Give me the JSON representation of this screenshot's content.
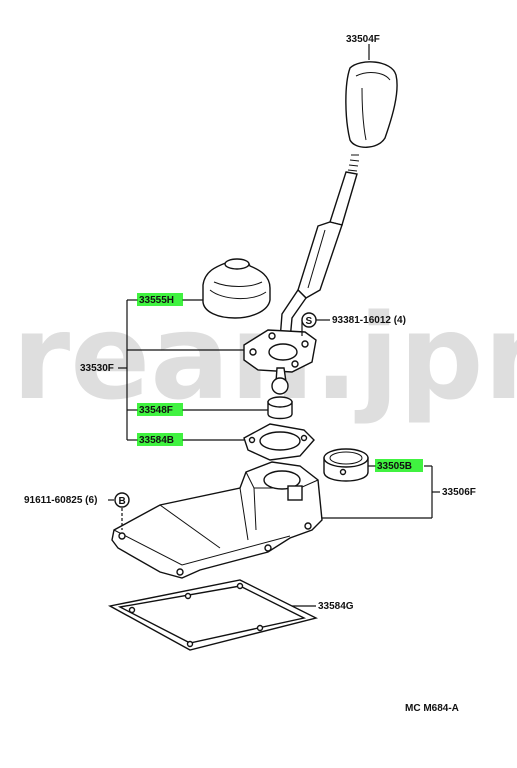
{
  "watermark": "rean.jpn",
  "labels": {
    "knob": "33504F",
    "boot": "33555H",
    "bolt": "93381-16012 (4)",
    "lever_assy": "33530F",
    "seat": "33548F",
    "gasket_upper": "33584B",
    "bushing": "33505B",
    "retainer": "33506F",
    "housing_bolt": "91611-60825 (6)",
    "gasket_lower": "33584G",
    "diagram_code": "MC M684-A"
  },
  "symbols": {
    "s_mark": "S",
    "b_mark": "B"
  },
  "highlight_color": "#00ee00"
}
